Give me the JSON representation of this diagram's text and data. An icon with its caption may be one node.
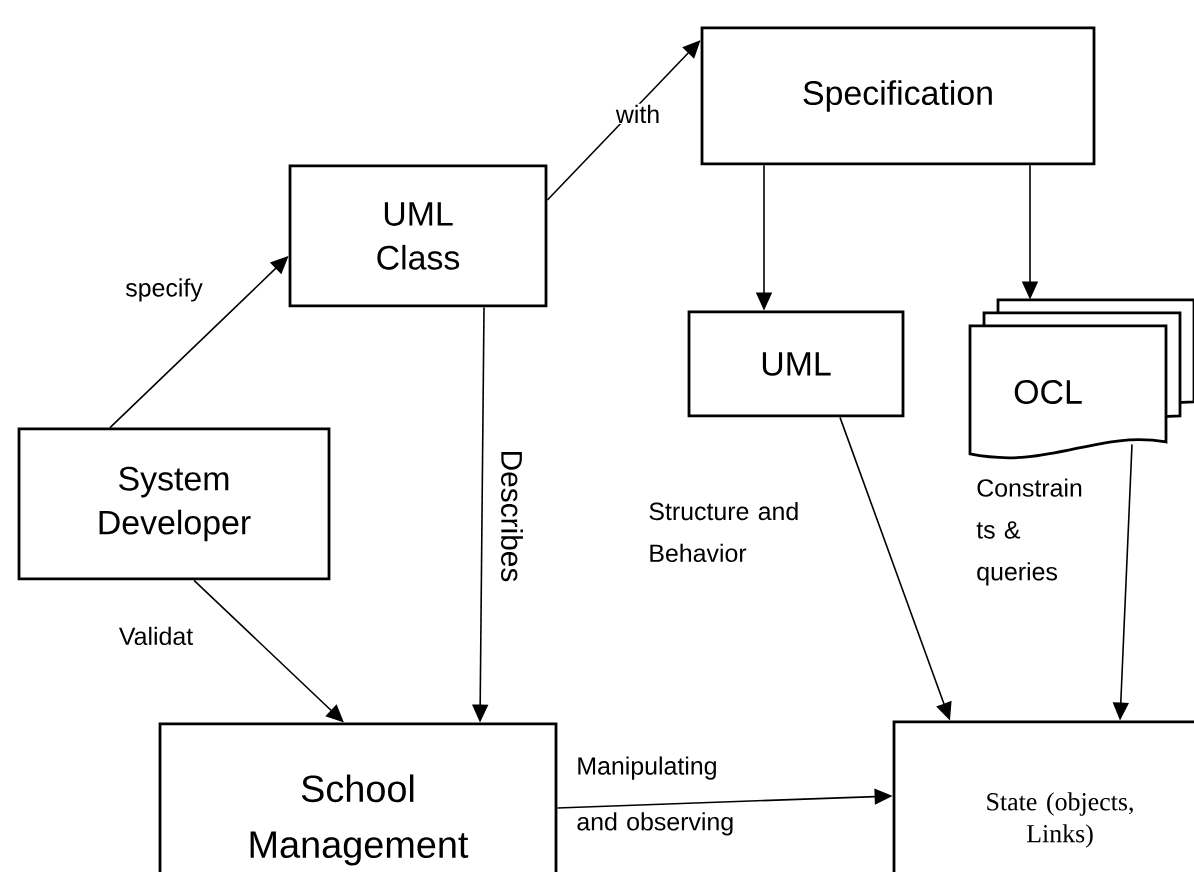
{
  "diagram": {
    "nodes": [
      {
        "text": [
          "UML Class"
        ]
      },
      {
        "text": [
          "Specification"
        ]
      },
      {
        "text": [
          "System Developer"
        ]
      },
      {
        "text": [
          "UML"
        ]
      },
      {
        "text": [
          "OCL"
        ]
      },
      {
        "text": [
          "School Management"
        ]
      },
      {
        "text": [
          "State (objects, Links)"
        ]
      }
    ],
    "edges": [
      {
        "from": 2,
        "to": 0,
        "arrow": "to",
        "label": "specify"
      },
      {
        "from": 0,
        "to": 1,
        "arrow": "to",
        "label": "with"
      },
      {
        "from": 0,
        "to": 5,
        "arrow": "to",
        "label": "Describes"
      },
      {
        "from": 1,
        "to": 3,
        "arrow": "to"
      },
      {
        "from": 1,
        "to": 4,
        "arrow": "to"
      },
      {
        "from": 2,
        "to": 5,
        "arrow": "to",
        "label": "Validat"
      },
      {
        "from": 3,
        "to": 6,
        "arrow": "to",
        "label": "Structure and Behavior"
      },
      {
        "from": 4,
        "to": 6,
        "arrow": "to",
        "label": "Constrain ts & queries"
      },
      {
        "from": 5,
        "to": 6,
        "arrow": "to",
        "label": "Manipulating and observing"
      }
    ]
  }
}
